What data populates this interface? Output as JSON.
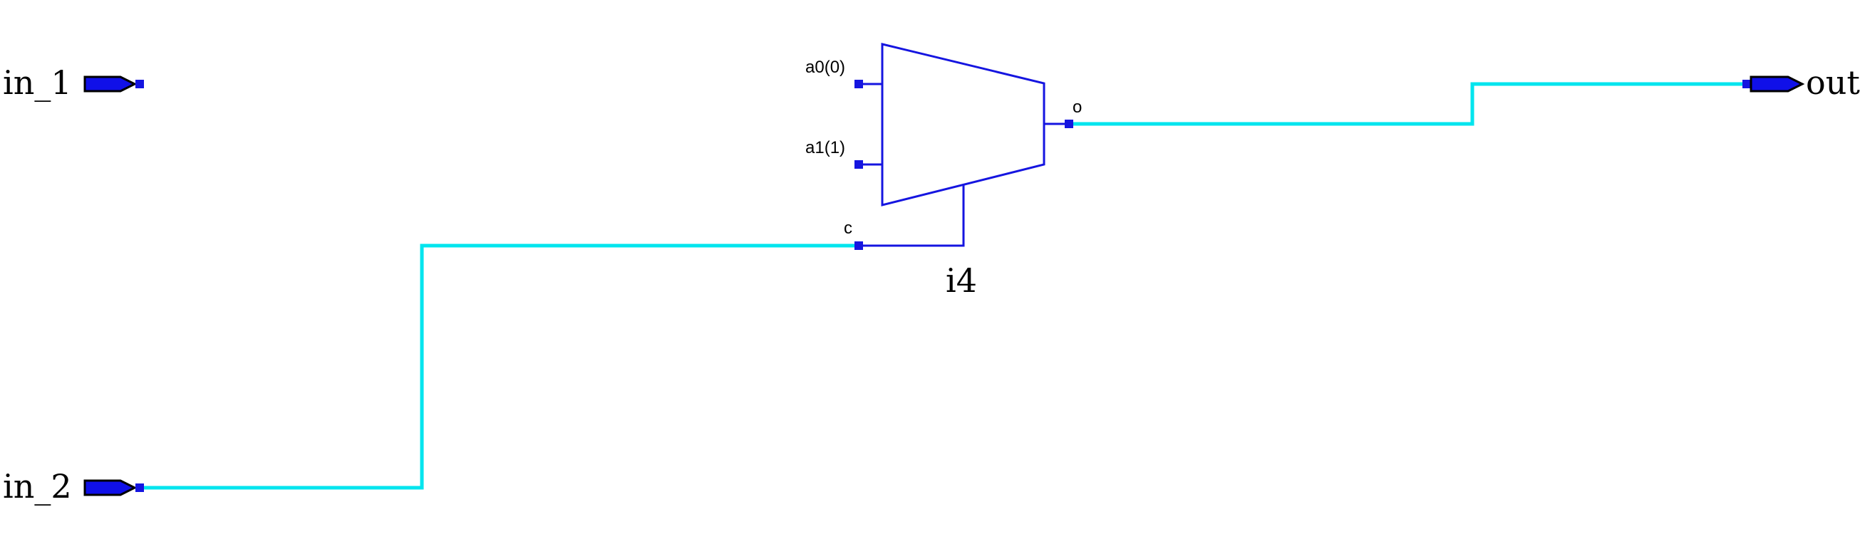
{
  "schematic": {
    "ports": {
      "in_1": "in_1",
      "in_2": "in_2",
      "out": "out"
    },
    "instance": {
      "name": "i4",
      "type": "mux",
      "pins": {
        "a0": "a0(0)",
        "a1": "a1(1)",
        "sel": "c",
        "out": "o"
      }
    },
    "nets": [
      {
        "from": "in_2",
        "to": "i4.c"
      },
      {
        "from": "i4.o",
        "to": "out"
      }
    ],
    "colors": {
      "net": "#00e5ee",
      "cell": "#1515e0",
      "port_fill": "#1010e8",
      "text": "#000000"
    }
  }
}
